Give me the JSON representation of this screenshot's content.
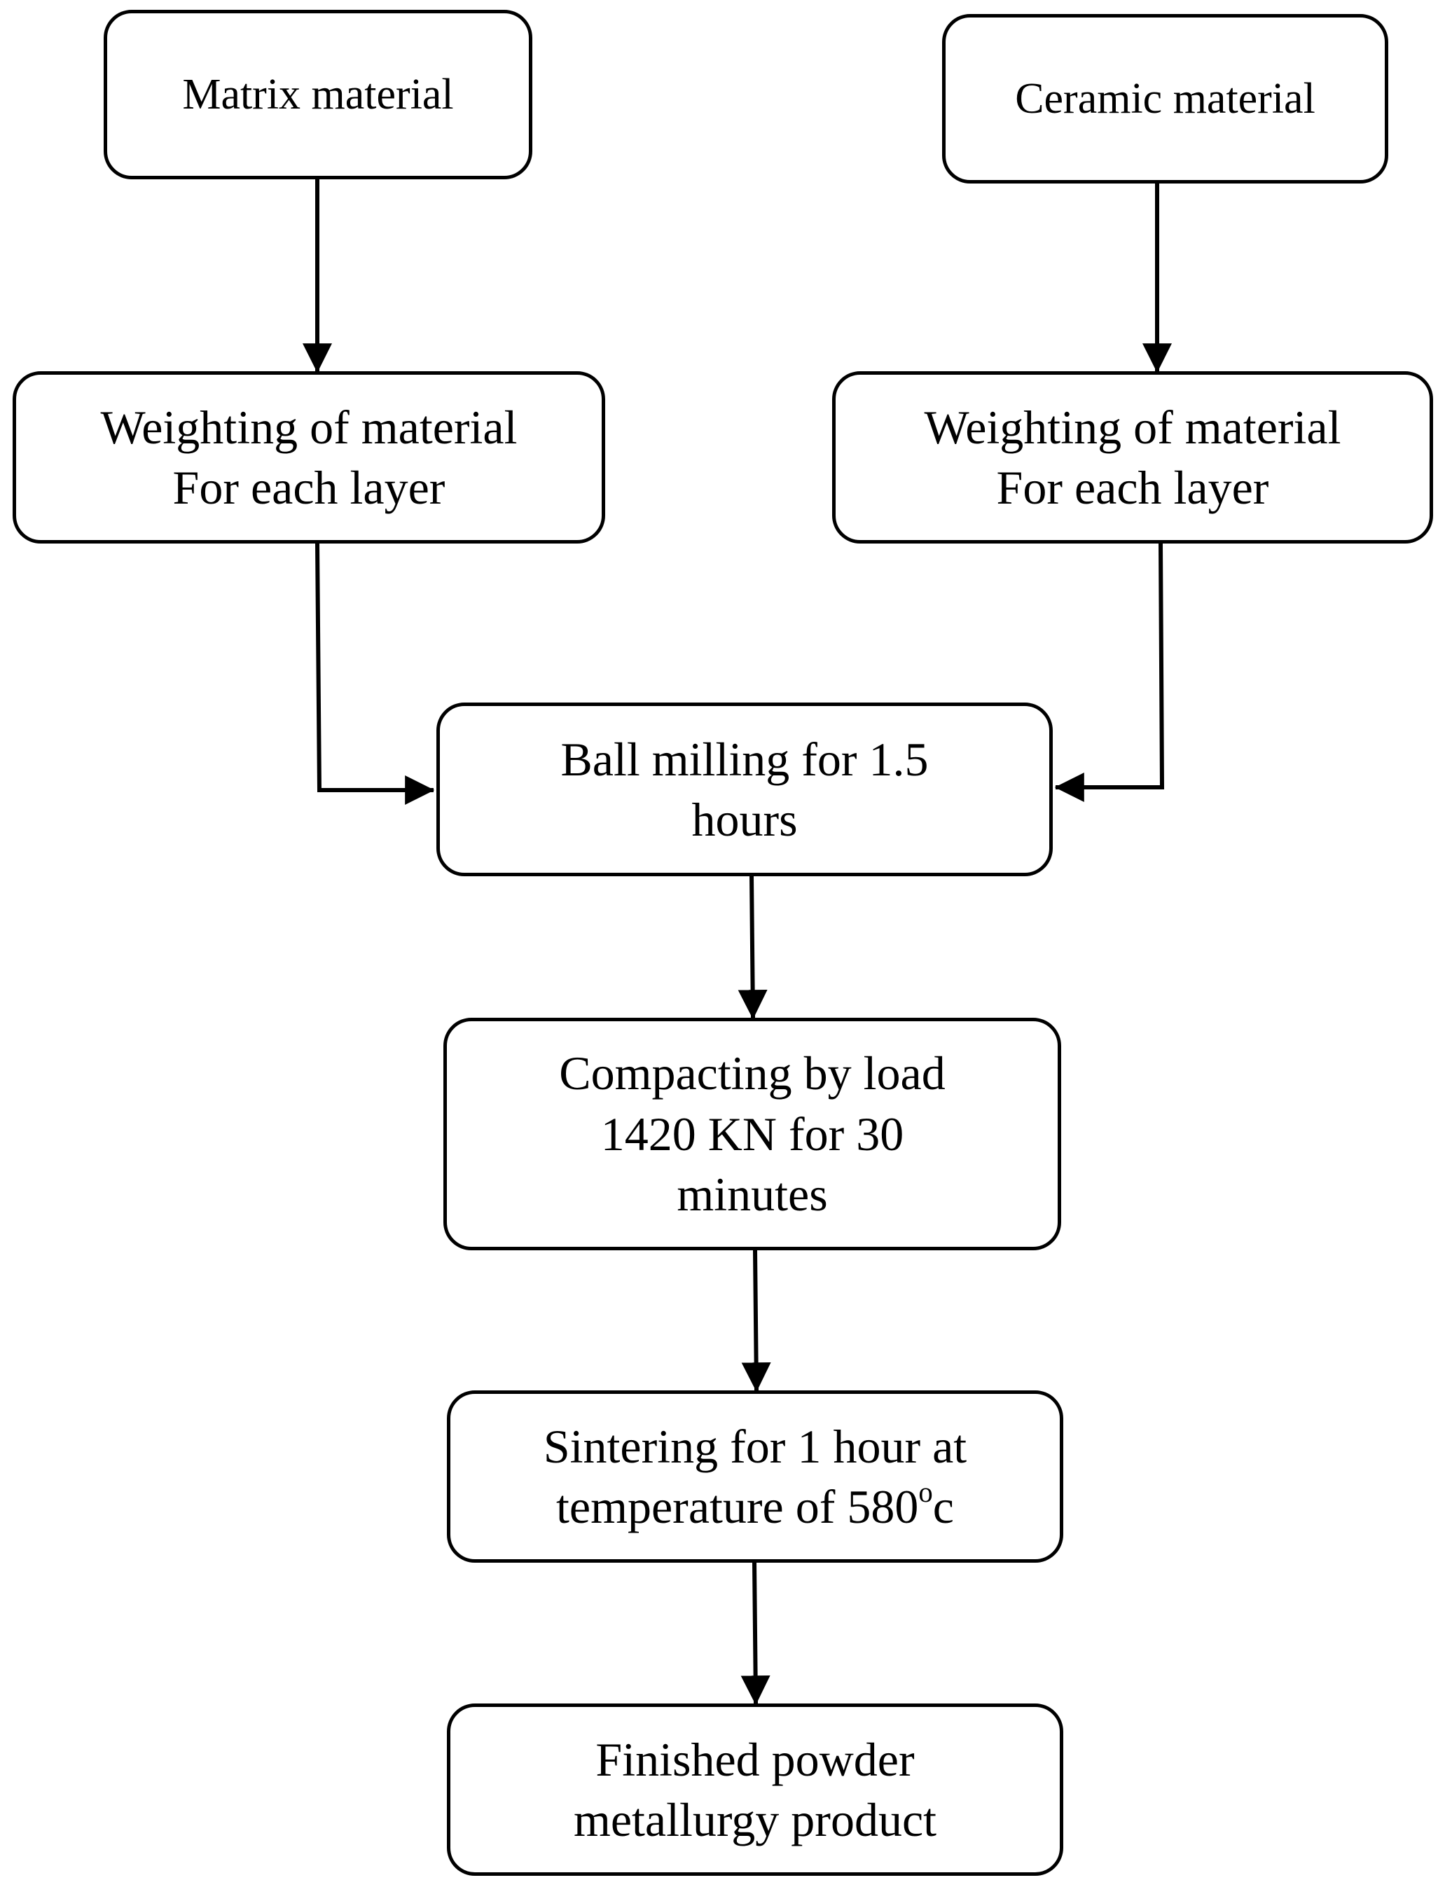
{
  "diagram": {
    "type": "flowchart",
    "nodes": {
      "matrix": {
        "lines": [
          "Matrix material"
        ]
      },
      "ceramic": {
        "lines": [
          "Ceramic material"
        ]
      },
      "weigh_left": {
        "lines": [
          "Weighting of material",
          "For each layer"
        ]
      },
      "weigh_right": {
        "lines": [
          "Weighting of material",
          "For each layer"
        ]
      },
      "ball_milling": {
        "lines": [
          "Ball milling for 1.5",
          "hours"
        ]
      },
      "compacting": {
        "lines": [
          "Compacting by load",
          "1420 KN for 30",
          "minutes"
        ]
      },
      "sintering": {
        "line1": "Sintering for 1 hour at",
        "line2_main": "temperature of 580",
        "line2_sup": "o",
        "line2_tail": "c"
      },
      "finished": {
        "lines": [
          "Finished powder",
          "metallurgy product"
        ]
      }
    },
    "edges": [
      {
        "from": "matrix",
        "to": "weigh_left"
      },
      {
        "from": "ceramic",
        "to": "weigh_right"
      },
      {
        "from": "weigh_left",
        "to": "ball_milling"
      },
      {
        "from": "weigh_right",
        "to": "ball_milling"
      },
      {
        "from": "ball_milling",
        "to": "compacting"
      },
      {
        "from": "compacting",
        "to": "sintering"
      },
      {
        "from": "sintering",
        "to": "finished"
      }
    ],
    "colors": {
      "stroke": "#000000",
      "fill": "#ffffff",
      "text": "#000000"
    }
  }
}
